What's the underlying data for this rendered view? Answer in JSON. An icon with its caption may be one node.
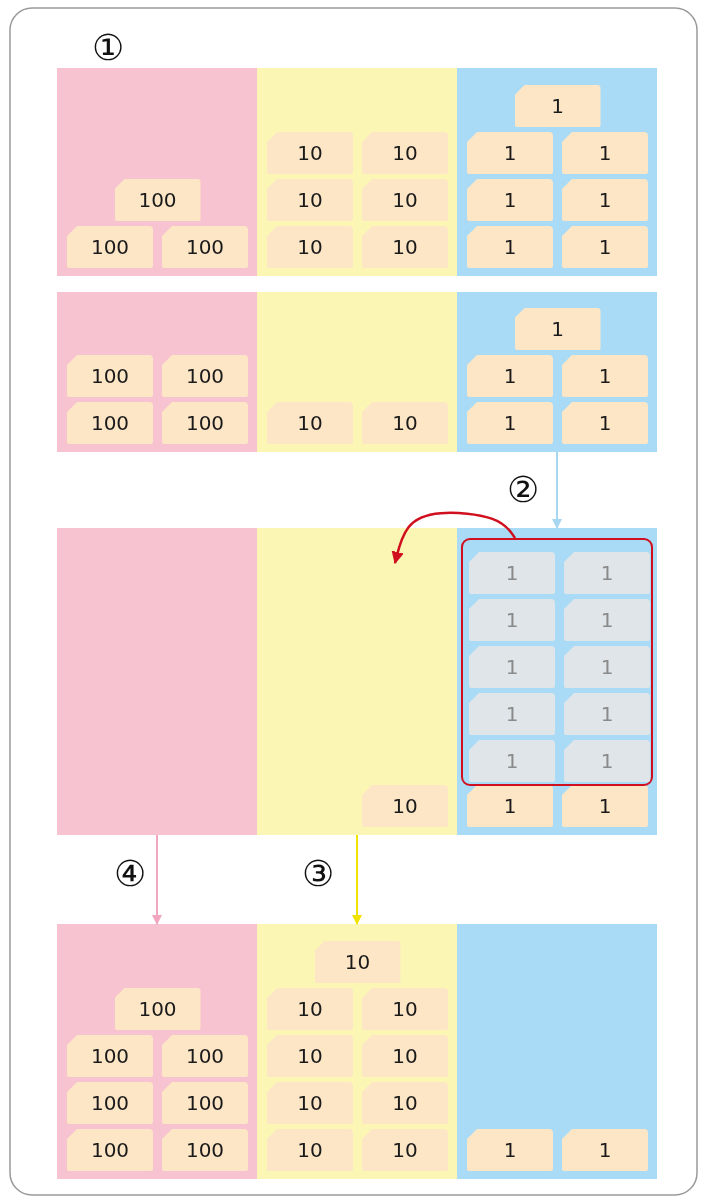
{
  "diagram": {
    "nodes": [
      {
        "text": [],
        "shape": "box"
      },
      {
        "text": [
          "100"
        ],
        "in": 0
      },
      {
        "text": [
          "100"
        ],
        "in": 0
      },
      {
        "text": [
          "100"
        ],
        "in": 0
      },
      {
        "text": [],
        "shape": "box"
      },
      {
        "text": [
          "10"
        ],
        "in": 4
      },
      {
        "text": [
          "10"
        ],
        "in": 4
      },
      {
        "text": [
          "10"
        ],
        "in": 4
      },
      {
        "text": [
          "10"
        ],
        "in": 4
      },
      {
        "text": [
          "10"
        ],
        "in": 4
      },
      {
        "text": [
          "10"
        ],
        "in": 4
      },
      {
        "text": [],
        "shape": "box"
      },
      {
        "text": [
          "1"
        ],
        "in": 11
      },
      {
        "text": [
          "1"
        ],
        "in": 11
      },
      {
        "text": [
          "1"
        ],
        "in": 11
      },
      {
        "text": [
          "1"
        ],
        "in": 11
      },
      {
        "text": [
          "1"
        ],
        "in": 11
      },
      {
        "text": [
          "1"
        ],
        "in": 11
      },
      {
        "text": [
          "1"
        ],
        "in": 11
      },
      {
        "text": [],
        "shape": "box"
      },
      {
        "text": [
          "100"
        ],
        "in": 19
      },
      {
        "text": [
          "100"
        ],
        "in": 19
      },
      {
        "text": [
          "100"
        ],
        "in": 19
      },
      {
        "text": [
          "100"
        ],
        "in": 19
      },
      {
        "text": [],
        "shape": "box"
      },
      {
        "text": [
          "10"
        ],
        "in": 24
      },
      {
        "text": [
          "10"
        ],
        "in": 24
      },
      {
        "text": [],
        "shape": "box"
      },
      {
        "text": [
          "1"
        ],
        "in": 27
      },
      {
        "text": [
          "1"
        ],
        "in": 27
      },
      {
        "text": [
          "1"
        ],
        "in": 27
      },
      {
        "text": [
          "1"
        ],
        "in": 27
      },
      {
        "text": [
          "1"
        ],
        "in": 27
      },
      {
        "text": [],
        "shape": "box"
      },
      {
        "text": [],
        "shape": "box"
      },
      {
        "text": [
          "10"
        ],
        "in": 34
      },
      {
        "text": [],
        "shape": "box"
      },
      {
        "text": [],
        "shape": "box",
        "in": 36
      },
      {
        "text": [
          "1"
        ],
        "in": 37
      },
      {
        "text": [
          "1"
        ],
        "in": 37
      },
      {
        "text": [
          "1"
        ],
        "in": 37
      },
      {
        "text": [
          "1"
        ],
        "in": 37
      },
      {
        "text": [
          "1"
        ],
        "in": 37
      },
      {
        "text": [
          "1"
        ],
        "in": 37
      },
      {
        "text": [
          "1"
        ],
        "in": 37
      },
      {
        "text": [
          "1"
        ],
        "in": 37
      },
      {
        "text": [
          "1"
        ],
        "in": 37
      },
      {
        "text": [
          "1"
        ],
        "in": 37
      },
      {
        "text": [
          "1"
        ],
        "in": 36
      },
      {
        "text": [
          "1"
        ],
        "in": 36
      },
      {
        "text": [],
        "shape": "box"
      },
      {
        "text": [
          "100"
        ],
        "in": 50
      },
      {
        "text": [
          "100"
        ],
        "in": 50
      },
      {
        "text": [
          "100"
        ],
        "in": 50
      },
      {
        "text": [
          "100"
        ],
        "in": 50
      },
      {
        "text": [
          "100"
        ],
        "in": 50
      },
      {
        "text": [
          "100"
        ],
        "in": 50
      },
      {
        "text": [
          "100"
        ],
        "in": 50
      },
      {
        "text": [],
        "shape": "box"
      },
      {
        "text": [
          "10"
        ],
        "in": 58
      },
      {
        "text": [
          "10"
        ],
        "in": 58
      },
      {
        "text": [
          "10"
        ],
        "in": 58
      },
      {
        "text": [
          "10"
        ],
        "in": 58
      },
      {
        "text": [
          "10"
        ],
        "in": 58
      },
      {
        "text": [
          "10"
        ],
        "in": 58
      },
      {
        "text": [
          "10"
        ],
        "in": 58
      },
      {
        "text": [
          "10"
        ],
        "in": 58
      },
      {
        "text": [
          "10"
        ],
        "in": 58
      },
      {
        "text": [],
        "shape": "box"
      },
      {
        "text": [
          "1"
        ],
        "in": 68
      },
      {
        "text": [
          "1"
        ],
        "in": 68
      }
    ],
    "edges": [
      {
        "from": 27,
        "to": 36,
        "arrow": "to",
        "label": "②",
        "color": "#a6d6f0"
      },
      {
        "from": 37,
        "to": 34,
        "arrow": "to",
        "color": "#d0101f"
      },
      {
        "from": 34,
        "to": 58,
        "arrow": "to",
        "label": "③",
        "color": "#f2e200"
      },
      {
        "from": 33,
        "to": 50,
        "arrow": "to",
        "label": "④",
        "color": "#f2a6bf"
      }
    ],
    "labels": [
      "①"
    ]
  }
}
